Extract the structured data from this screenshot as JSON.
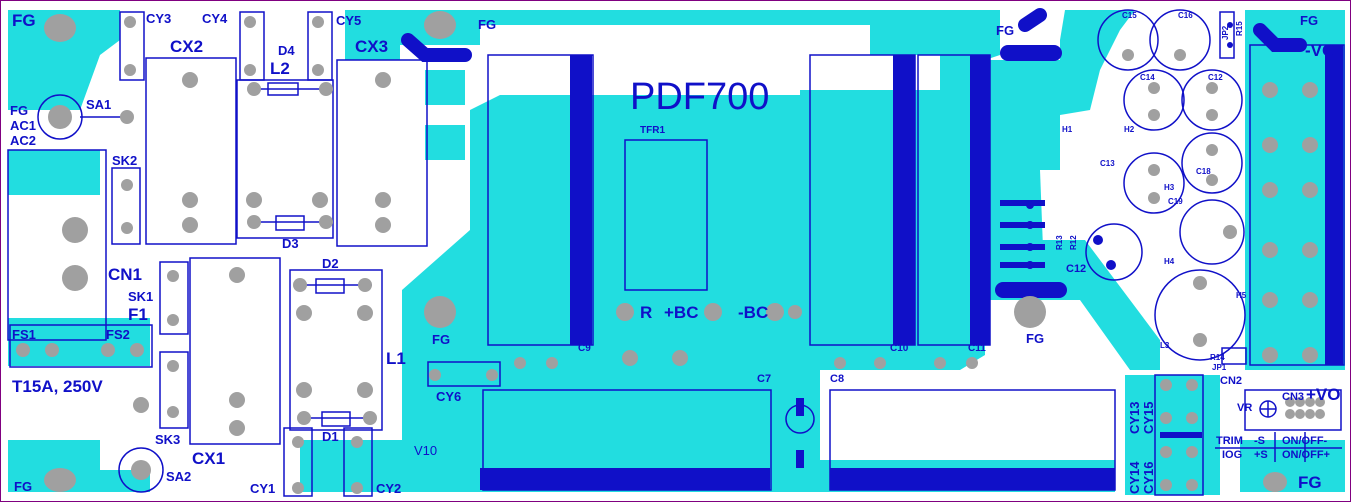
{
  "board": {
    "title": "PDF700",
    "version": "V10",
    "fuse_rating": "T15A, 250V",
    "colors": {
      "copper": "#22dde0",
      "silk": "#1010c8",
      "pad": "#a0a0a0",
      "frame": "#800080",
      "background": "#ffffff"
    }
  },
  "labels": {
    "fg_tl": "FG",
    "fg_top": "FG",
    "fg_top2": "FG",
    "fg_tr": "FG",
    "fg_mid": "FG",
    "fg_mid2": "FG",
    "fg_bl": "FG",
    "fg_br": "FG",
    "cy3": "CY3",
    "cy4": "CY4",
    "cy5": "CY5",
    "cx2": "CX2",
    "cx3": "CX3",
    "d4": "D4",
    "l2": "L2",
    "d3": "D3",
    "fg_left": "FG",
    "ac1": "AC1",
    "ac2": "AC2",
    "sa1": "SA1",
    "sk2": "SK2",
    "cn1": "CN1",
    "sk1": "SK1",
    "f1": "F1",
    "fs1": "FS1",
    "fs2": "FS2",
    "sk3": "SK3",
    "cx1": "CX1",
    "sa2": "SA2",
    "cy1": "CY1",
    "cy2": "CY2",
    "d2": "D2",
    "l1": "L1",
    "d1": "D1",
    "cy6": "CY6",
    "tfr1": "TFR1",
    "r": "R",
    "plus_bc": "+BC",
    "minus_bc": "-BC",
    "c9": "C9",
    "c7": "C7",
    "c8": "C8",
    "c10": "C10",
    "c11": "C11",
    "c15": "C15",
    "c16": "C16",
    "jp2": "JP2",
    "r15": "R15",
    "minus_vo": "-VO",
    "c14": "C14",
    "c12_top": "C12",
    "h1": "H1",
    "h2": "H2",
    "c13": "C13",
    "c18": "C18",
    "h3": "H3",
    "c19": "C19",
    "r13": "R13",
    "r12": "R12",
    "c12": "C12",
    "h4": "H4",
    "h5": "H5",
    "l3": "L3",
    "r14": "R14",
    "jp1": "JP1",
    "cn2": "CN2",
    "cn3": "CN3",
    "plus_vo": "+VO",
    "vr": "VR",
    "cy13": "CY13",
    "cy15": "CY15",
    "cy14": "CY14",
    "cy16": "CY16",
    "trim": "TRIM",
    "minus_s": "-S",
    "on_off_minus": "ON/OFF-",
    "iog": "IOG",
    "plus_s": "+S",
    "on_off_plus": "ON/OFF+"
  }
}
